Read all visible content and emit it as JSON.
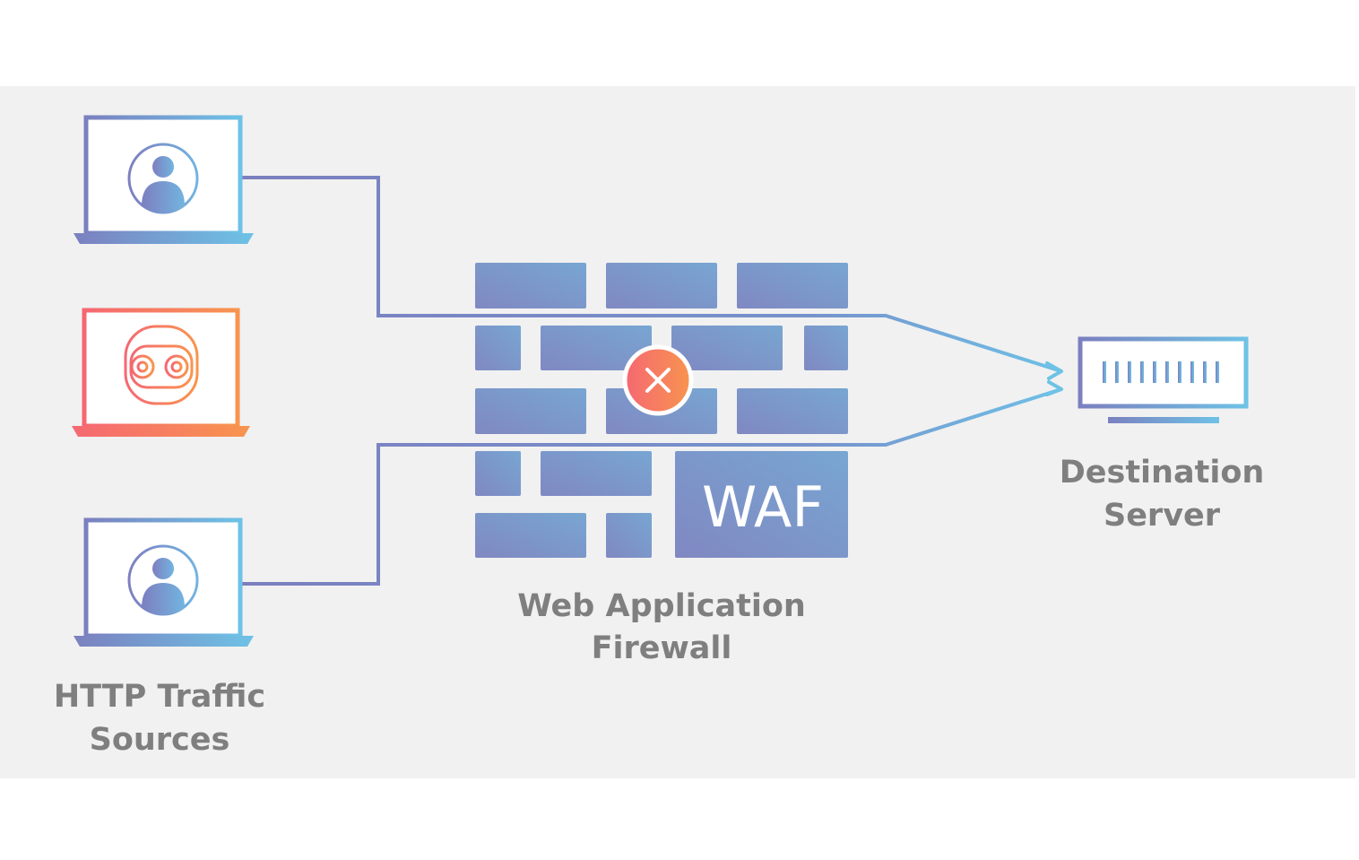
{
  "labels": {
    "sources_line1": "HTTP Traffic",
    "sources_line2": "Sources",
    "firewall_line1": "Web Application",
    "firewall_line2": "Firewall",
    "destination_line1": "Destination",
    "destination_line2": "Server",
    "waf": "WAF"
  },
  "colors": {
    "background": "#f1f1f1",
    "label_text": "#7f7f7f",
    "legit_gradient_start": "#7b82c0",
    "legit_gradient_end": "#6ec3e6",
    "threat_gradient_start": "#f56a72",
    "threat_gradient_end": "#f8944e",
    "wall_brick": "#7f93c8"
  },
  "icons": {
    "source_user_top": "user-icon",
    "source_bot": "bot-icon",
    "source_user_bottom": "user-icon",
    "blocked": "close-icon",
    "server": "server-icon"
  }
}
